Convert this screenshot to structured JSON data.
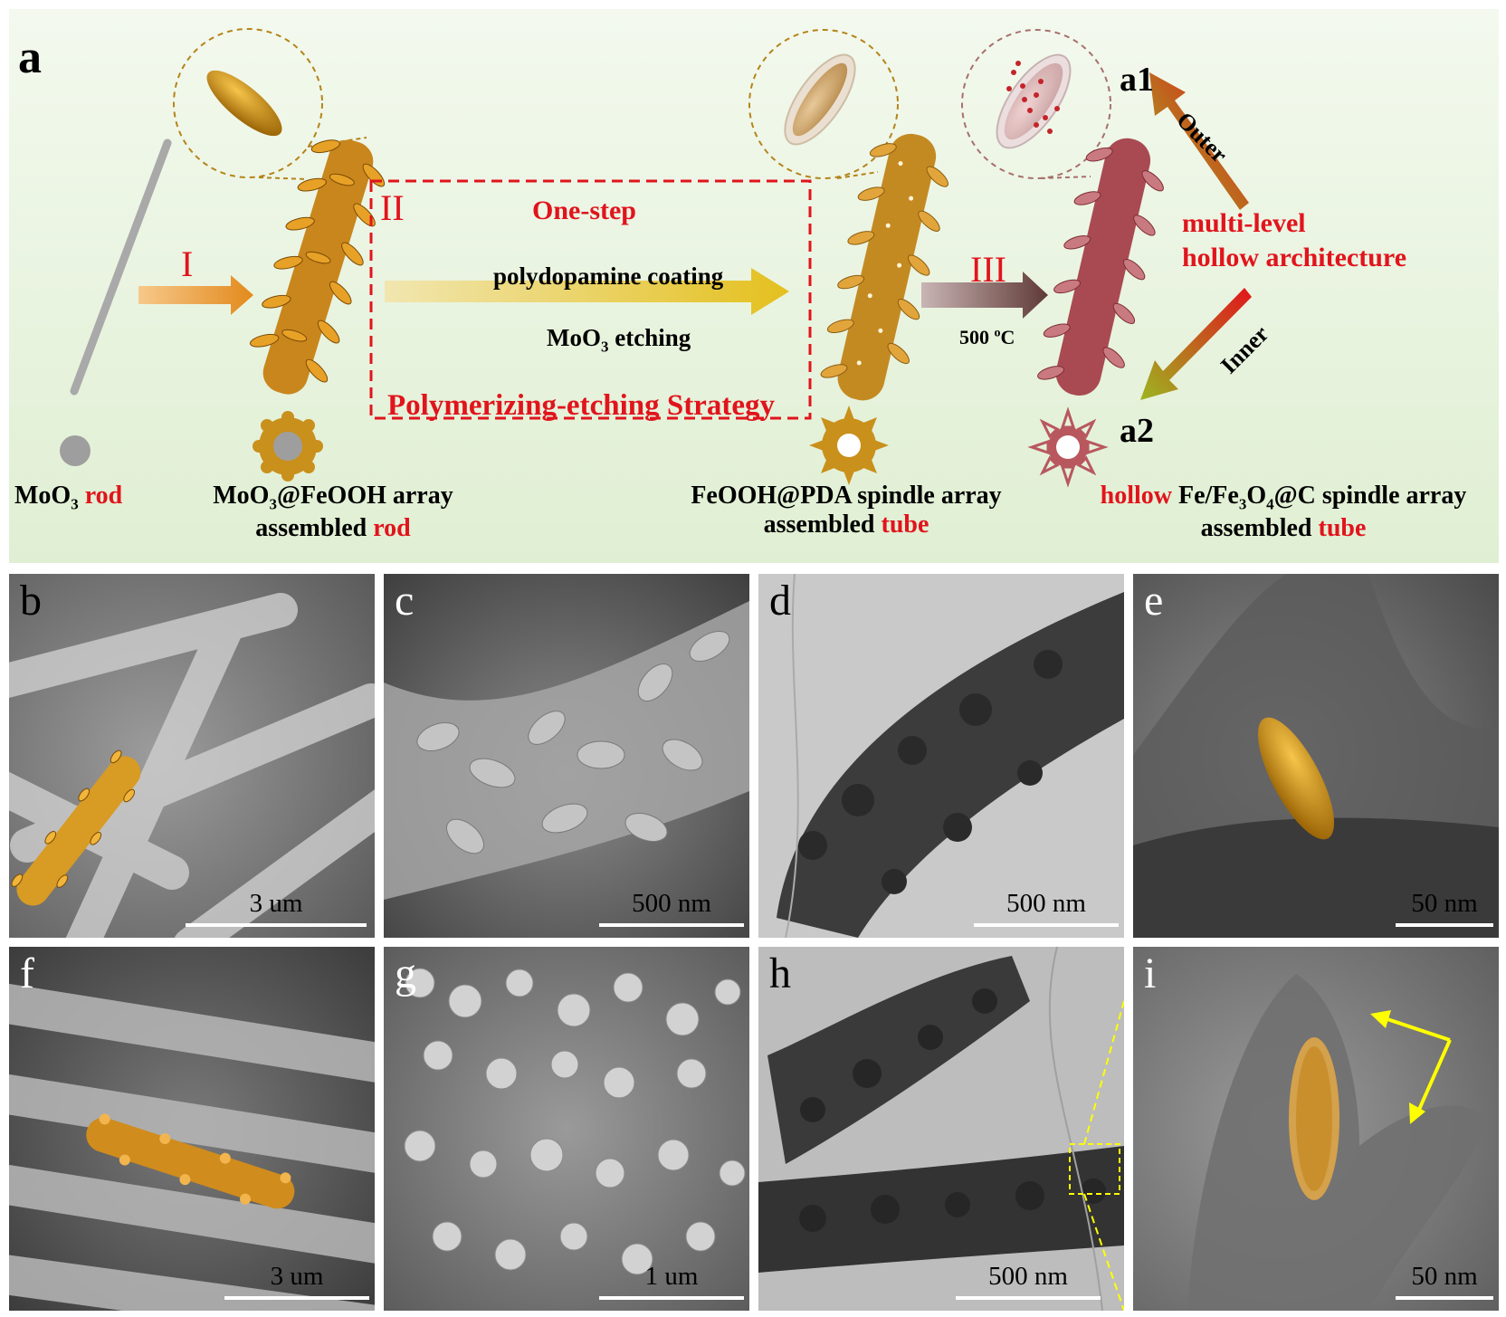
{
  "scheme": {
    "panel_label": "a",
    "step_I": "I",
    "step_II": "II",
    "step_III": "III",
    "one_step": "One-step",
    "pda_coating": "polydopamine coating",
    "moo3_etching": "MoO",
    "moo3_etching_sub": "3",
    "moo3_etching_rest": " etching",
    "strategy": "Polymerizing-etching  Strategy",
    "temp": "500 ",
    "temp_sup": "o",
    "temp_unit": "C",
    "a1": "a1",
    "a2": "a2",
    "outer": "Outer",
    "inner": "Inner",
    "multi_level": "multi-level",
    "hollow_arch": "hollow architecture",
    "cap1_a": "MoO",
    "cap1_sub": "3",
    "cap1_red": " rod",
    "cap2_a": "MoO",
    "cap2_sub": "3",
    "cap2_b": "@FeOOH array",
    "cap2_line2": "assembled ",
    "cap2_red": "rod",
    "cap3_line1": "FeOOH@PDA spindle array",
    "cap3_line2": "assembled ",
    "cap3_red": "tube",
    "cap4_red": "hollow",
    "cap4_a": " Fe/Fe",
    "cap4_sub1": "3",
    "cap4_b": "O",
    "cap4_sub2": "4",
    "cap4_c": "@C spindle array",
    "cap4_line2": "assembled ",
    "cap4_red2": "tube"
  },
  "panels": [
    {
      "label": "b",
      "scale": "3 um",
      "label_color": "#000000",
      "scale_color": "#000000"
    },
    {
      "label": "c",
      "scale": "500 nm",
      "label_color": "#ffffff",
      "scale_color": "#000000"
    },
    {
      "label": "d",
      "scale": "500 nm",
      "label_color": "#000000",
      "scale_color": "#000000"
    },
    {
      "label": "e",
      "scale": "50 nm",
      "label_color": "#ffffff",
      "scale_color": "#000000"
    },
    {
      "label": "f",
      "scale": "3 um",
      "label_color": "#ffffff",
      "scale_color": "#000000"
    },
    {
      "label": "g",
      "scale": "1 um",
      "label_color": "#ffffff",
      "scale_color": "#000000"
    },
    {
      "label": "h",
      "scale": "500 nm",
      "label_color": "#000000",
      "scale_color": "#000000"
    },
    {
      "label": "i",
      "scale": "50 nm",
      "label_color": "#ffffff",
      "scale_color": "#000000"
    }
  ],
  "colors": {
    "accent_red": "#e1141c",
    "gold": "#d7950f",
    "rose": "#b8585e",
    "arrow_yellow": "#ffff00"
  }
}
